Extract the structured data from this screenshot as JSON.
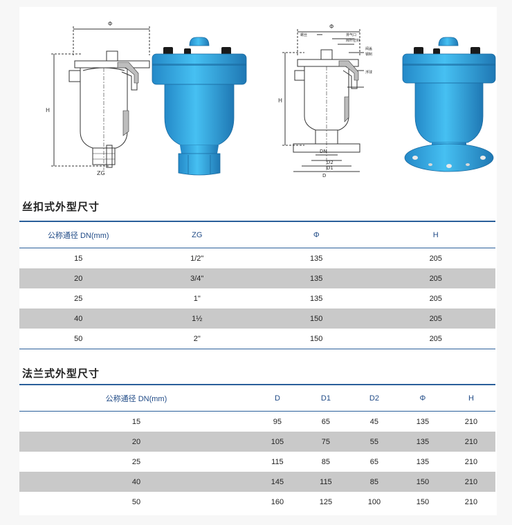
{
  "figures": {
    "drawing1": {
      "phi": "Φ",
      "h": "H",
      "zg": "ZG"
    },
    "drawing2": {
      "phi": "Φ",
      "h": "H",
      "dn": "DN",
      "d2": "D2",
      "d1": "D1",
      "d": "D",
      "callouts": [
        "螺丝",
        "排气口",
        "阀杆密封",
        "阀盖",
        "钢制",
        "浮球"
      ]
    },
    "colors": {
      "valve_blue": "#3cb4ec",
      "valve_dark": "#2489c8",
      "bolt": "#1a1a1a"
    }
  },
  "threaded": {
    "title": "丝扣式外型尺寸",
    "headers": [
      "公称通径 DN(mm)",
      "ZG",
      "Φ",
      "H"
    ],
    "rows": [
      [
        "15",
        "1/2\"",
        "135",
        "205"
      ],
      [
        "20",
        "3/4\"",
        "135",
        "205"
      ],
      [
        "25",
        "1\"",
        "135",
        "205"
      ],
      [
        "40",
        "1½",
        "150",
        "205"
      ],
      [
        "50",
        "2\"",
        "150",
        "205"
      ]
    ]
  },
  "flanged": {
    "title": "法兰式外型尺寸",
    "headers": [
      "公称通径 DN(mm)",
      "D",
      "D1",
      "D2",
      "Φ",
      "H"
    ],
    "rows": [
      [
        "15",
        "95",
        "65",
        "45",
        "135",
        "210"
      ],
      [
        "20",
        "105",
        "75",
        "55",
        "135",
        "210"
      ],
      [
        "25",
        "115",
        "85",
        "65",
        "135",
        "210"
      ],
      [
        "40",
        "145",
        "115",
        "85",
        "150",
        "210"
      ],
      [
        "50",
        "160",
        "125",
        "100",
        "150",
        "210"
      ]
    ]
  }
}
